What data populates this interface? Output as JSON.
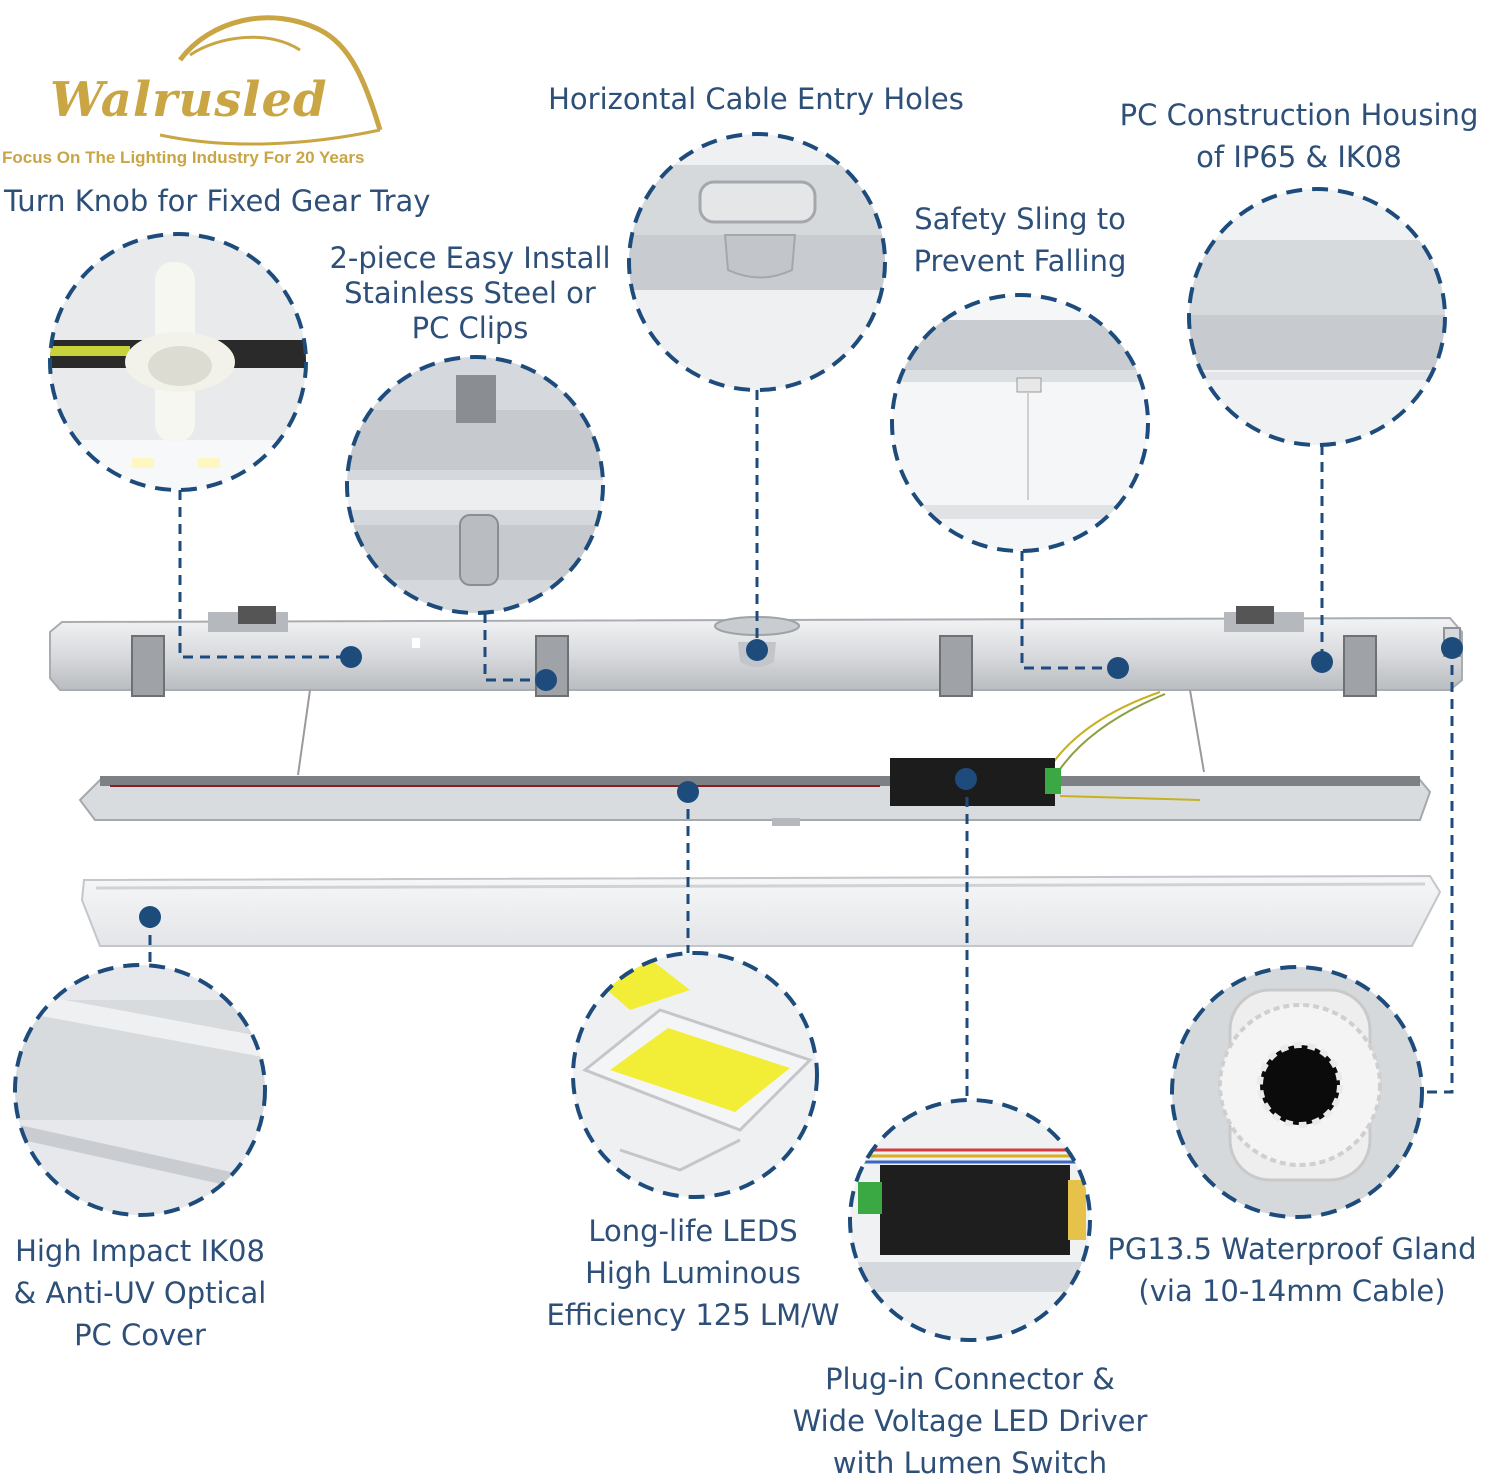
{
  "brand": {
    "name": "Walrusled",
    "tagline": "Focus On The Lighting Industry For 20 Years",
    "color": "#c9a544"
  },
  "accent_color": "#1d4c7c",
  "features": [
    {
      "id": "knob",
      "text": [
        "Turn Knob for Fixed Gear Tray"
      ]
    },
    {
      "id": "clips",
      "text": [
        "2-piece Easy Install",
        "Stainless Steel or",
        "PC Clips"
      ]
    },
    {
      "id": "cable",
      "text": [
        "Horizontal Cable Entry Holes"
      ]
    },
    {
      "id": "sling",
      "text": [
        "Safety Sling to",
        "Prevent Falling"
      ]
    },
    {
      "id": "housing",
      "text": [
        "PC Construction Housing",
        "of IP65 & IK08"
      ]
    },
    {
      "id": "cover",
      "text": [
        "High Impact IK08",
        "& Anti-UV Optical",
        "PC Cover"
      ]
    },
    {
      "id": "leds",
      "text": [
        "Long-life LEDS",
        "High Luminous",
        "Efficiency 125 LM/W"
      ]
    },
    {
      "id": "driver",
      "text": [
        "Plug-in Connector &",
        "Wide Voltage LED Driver",
        "with Lumen Switch"
      ]
    },
    {
      "id": "gland",
      "text": [
        "PG13.5 Waterproof Gland",
        "(via 10-14mm Cable)"
      ]
    }
  ]
}
